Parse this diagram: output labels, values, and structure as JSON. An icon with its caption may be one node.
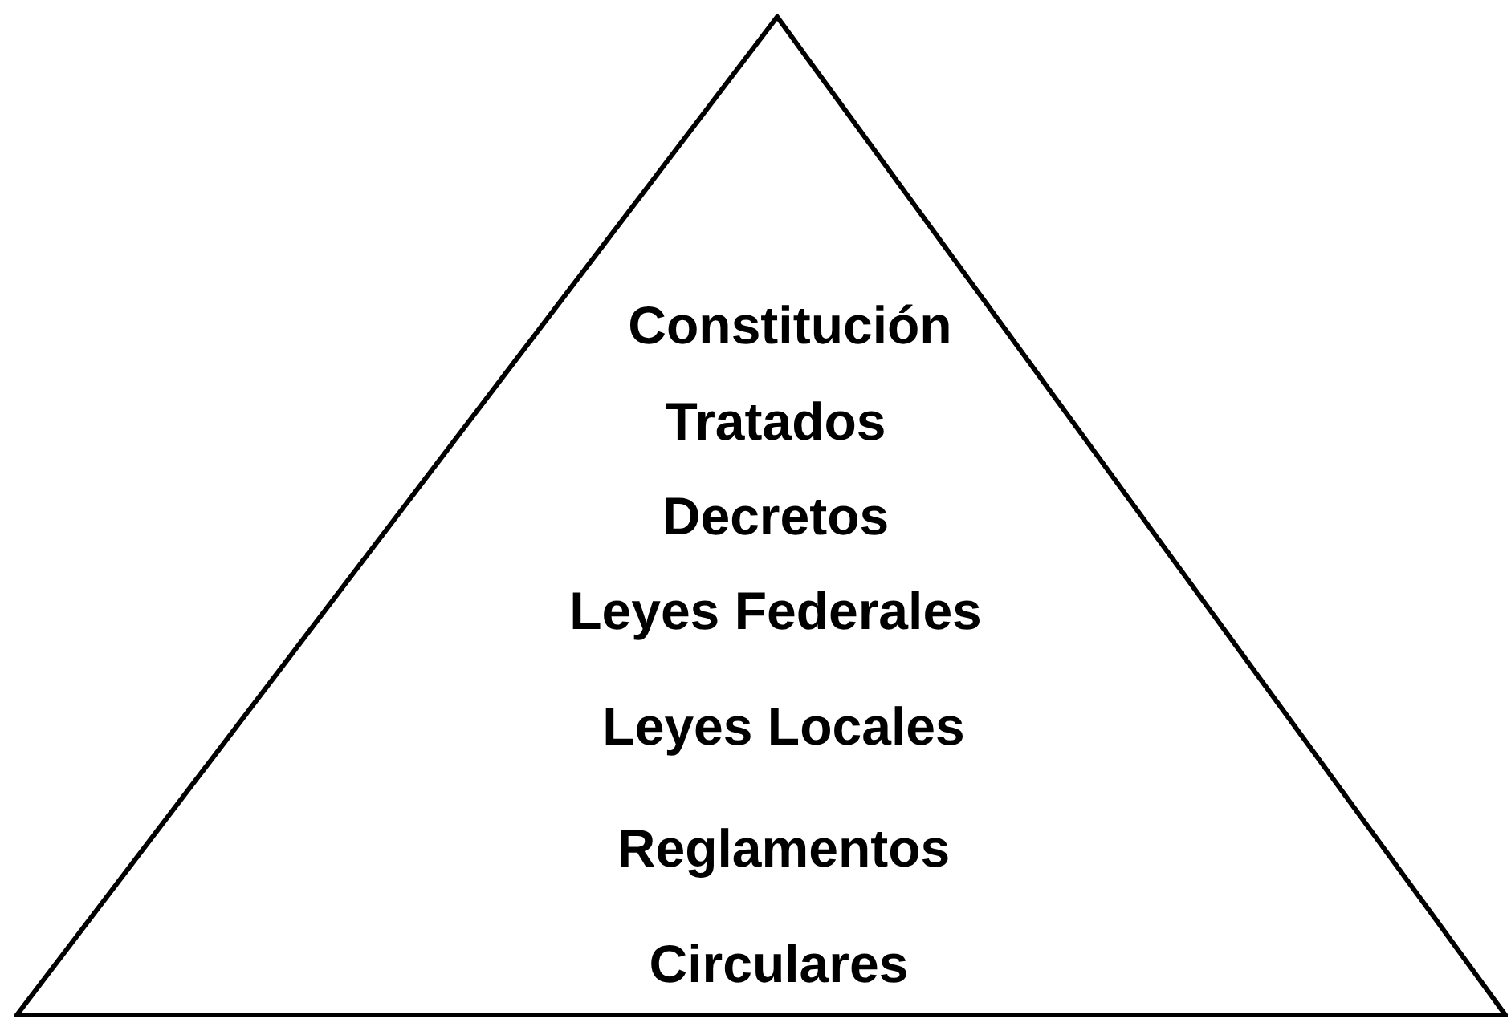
{
  "diagram": {
    "nodes": [
      {
        "text": [
          "Constitución",
          "Tratados",
          "Decretos",
          "Leyes Federales",
          "Leyes Locales",
          "Reglamentos",
          "Circulares"
        ]
      }
    ]
  }
}
